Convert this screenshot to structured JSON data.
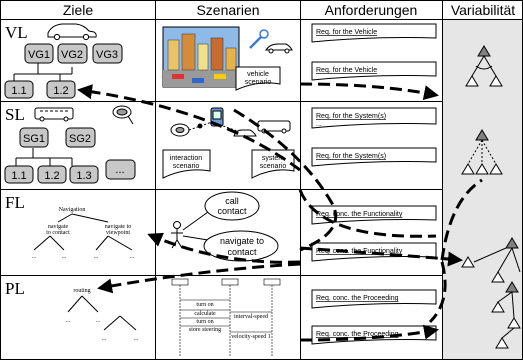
{
  "headers": {
    "ziele": "Ziele",
    "szenarien": "Szenarien",
    "anforderungen": "Anforderungen",
    "variabilitaet": "Variabilität"
  },
  "levels": {
    "vl": "VL",
    "sl": "SL",
    "fl": "FL",
    "pl": "PL"
  },
  "vl_goals": {
    "vg1": "VG1",
    "vg2": "VG2",
    "vg3": "VG3",
    "g11": "1.1",
    "g12": "1.2"
  },
  "sl_goals": {
    "sg1": "SG1",
    "sg2": "SG2",
    "g11": "1.1",
    "g12": "1.2",
    "g13": "1.3",
    "more": "..."
  },
  "scenario_labels": {
    "vehicle_1": "vehicle",
    "vehicle_2": "scenario",
    "interaction_1": "interaction",
    "interaction_2": "scenario",
    "system_1": "system",
    "system_2": "scenario"
  },
  "fl_tree": {
    "root": "Navigation",
    "left_1": "navigate",
    "left_2": "to contact",
    "right_1": "navigate to",
    "right_2": "viewpoint",
    "dots": "..."
  },
  "fl_bubbles": {
    "call_1": "call",
    "call_2": "contact",
    "nav_1": "navigate to",
    "nav_2": "contact"
  },
  "pl_tree": {
    "root": "routing",
    "dots": "..."
  },
  "seq_labels": {
    "m1": "turn on",
    "m2": "calculate",
    "m3": "turn on",
    "m4": "store steering",
    "m5": "interval-speed",
    "m6": "velocity-speed 1"
  },
  "requirements": {
    "vl_a": "Req. for the Vehicle",
    "vl_b": "Req. for the Vehicle",
    "sl_a": "Req. for the System(s)",
    "sl_b": "Req. for the System(s)",
    "sl_dots": "...",
    "fl_a": "Req. conc. the Functionality",
    "fl_b": "Req. conc. the Functionality",
    "pl_a": "Req. conc. the Proceeding",
    "pl_b": "Req. conc. the Proceeding"
  },
  "colors": {
    "variability_bg": "#e6e6e6",
    "goal_fill": "#c8c8c8",
    "node_fill": "#808080"
  }
}
